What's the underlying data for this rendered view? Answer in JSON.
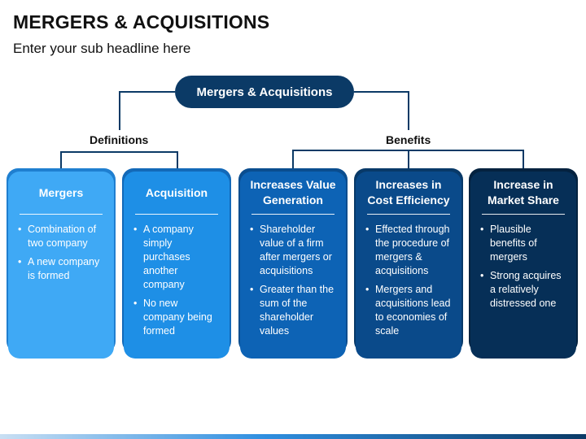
{
  "header": {
    "title": "MERGERS & ACQUISITIONS",
    "subtitle": "Enter your sub headline here"
  },
  "root": {
    "label": "Mergers & Acquisitions"
  },
  "groups": [
    {
      "label": "Definitions"
    },
    {
      "label": "Benefits"
    }
  ],
  "cards": [
    {
      "title": "Mergers",
      "color": "#3fa9f5",
      "shadow": "#1f7fd0",
      "bullets": [
        "Combination of two company",
        "A new company is formed"
      ]
    },
    {
      "title": "Acquisition",
      "color": "#1e8fe6",
      "shadow": "#1369b8",
      "bullets": [
        "A company simply purchases another company",
        "No new company being formed"
      ]
    },
    {
      "title": "Increases Value Generation",
      "color": "#0d63b5",
      "shadow": "#0a4d8f",
      "bullets": [
        "Shareholder value of a firm after mergers or acquisitions",
        "Greater than the sum of the shareholder values"
      ]
    },
    {
      "title": "Increases in Cost Efficiency",
      "color": "#0a4a8a",
      "shadow": "#083968",
      "bullets": [
        "Effected through the procedure of mergers & acquisitions",
        "Mergers and acquisitions lead to economies of scale"
      ]
    },
    {
      "title": "Increase in Market Share",
      "color": "#062f57",
      "shadow": "#04223f",
      "bullets": [
        "Plausible benefits of mergers",
        "Strong acquires a relatively distressed one"
      ]
    }
  ],
  "colors": {
    "connector": "#0b3a66",
    "root": "#0b3a66"
  }
}
